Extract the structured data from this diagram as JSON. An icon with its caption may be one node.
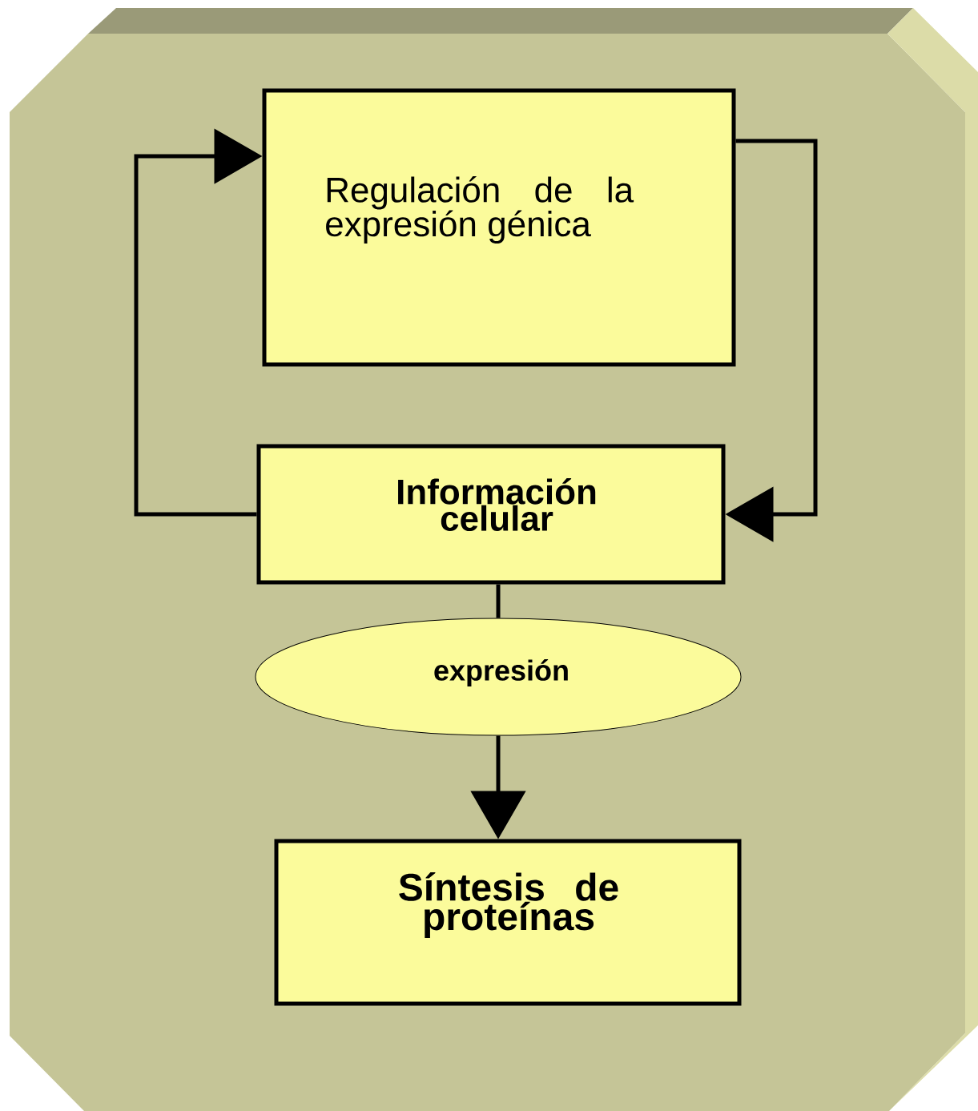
{
  "diagram": {
    "nodes": [
      {
        "text": [
          "Regulación de la expresión génica"
        ]
      },
      {
        "text": [
          "Información celular"
        ]
      },
      {
        "text": [
          "expresión"
        ]
      },
      {
        "text": [
          "Síntesis de proteínas"
        ]
      }
    ],
    "edges": [
      {
        "from": 1,
        "to": 0,
        "arrow": "to"
      },
      {
        "from": 0,
        "to": 1,
        "arrow": "to"
      },
      {
        "from": 1,
        "to": 2,
        "arrow": "none"
      },
      {
        "from": 2,
        "to": 3,
        "arrow": "to"
      }
    ]
  }
}
